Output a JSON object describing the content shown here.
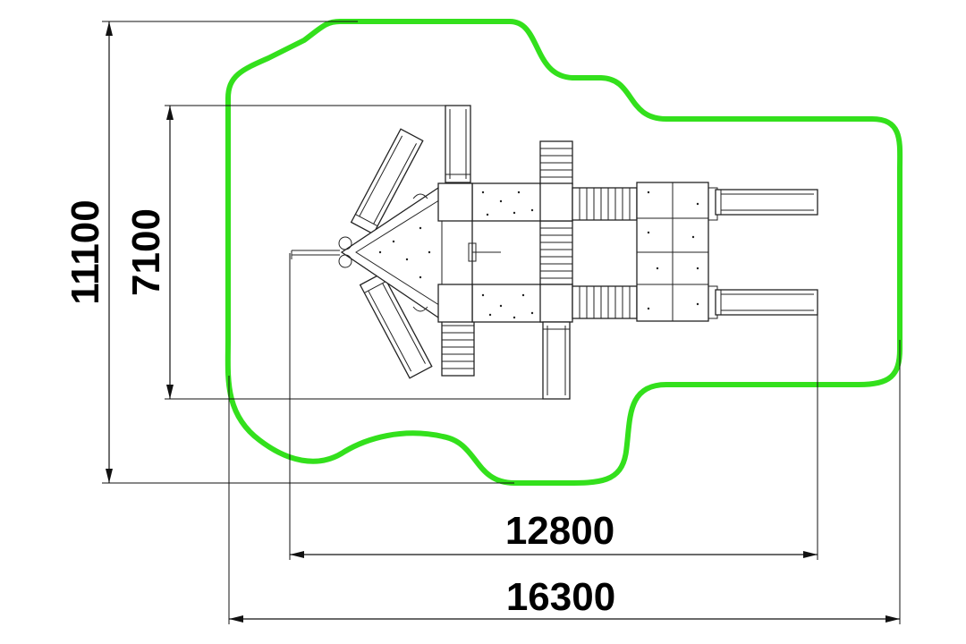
{
  "colors": {
    "safety_zone": "#33e01c",
    "lines": "#111111",
    "background": "#ffffff"
  },
  "dimensions": {
    "overall_height": "11100",
    "structure_height": "7100",
    "structure_width": "12800",
    "overall_width": "16300"
  },
  "unit": "mm"
}
